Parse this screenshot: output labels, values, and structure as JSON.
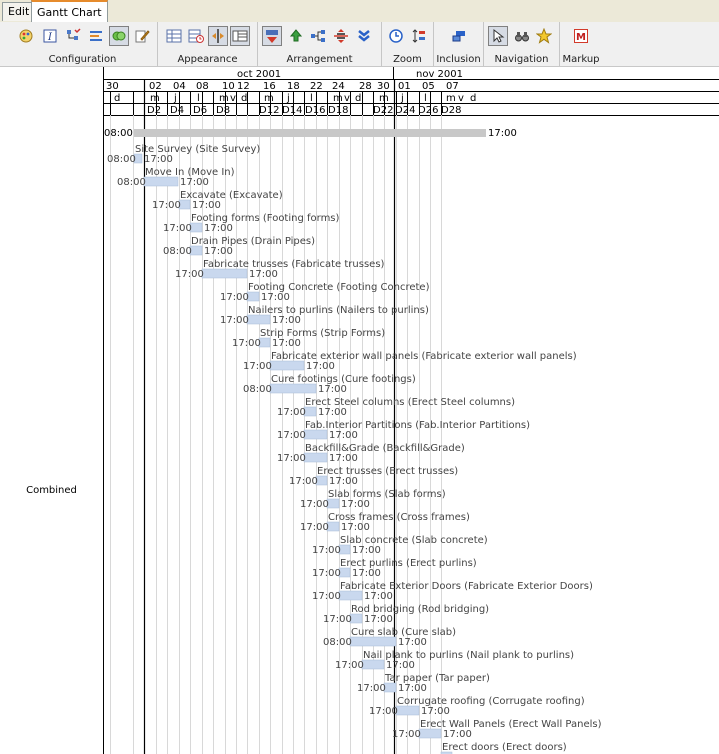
{
  "tabs": [
    {
      "label": "Edit"
    },
    {
      "label": "Gantt Chart"
    }
  ],
  "ribbon": {
    "groups": [
      {
        "label": "Configuration",
        "icons": [
          "palette-icon",
          "italic-i-icon",
          "tree-check-icon",
          "list-lines-icon",
          "overlap-rings-icon",
          "edit-pencil-icon"
        ]
      },
      {
        "label": "Appearance",
        "icons": [
          "grid-table-icon",
          "grid-time-icon",
          "split-vertical-icon",
          "split-pane-icon"
        ]
      },
      {
        "label": "Arrangement",
        "icons": [
          "arrow-down-red-icon",
          "arrow-up-green-icon",
          "hierarchy-icon",
          "align-center-icon",
          "double-chevron-down-icon"
        ]
      },
      {
        "label": "Zoom",
        "icons": [
          "clock-icon",
          "zoom-fit-icon"
        ]
      },
      {
        "label": "Inclusion",
        "icons": [
          "include-blocks-icon"
        ]
      },
      {
        "label": "Navigation",
        "icons": [
          "pointer-cursor-icon",
          "binoculars-icon",
          "star-icon"
        ]
      },
      {
        "label": "Markup",
        "icons": [
          "markup-m-icon"
        ]
      }
    ]
  },
  "timeline": {
    "months": [
      {
        "label": "oct 2001"
      },
      {
        "label": "nov 2001"
      }
    ],
    "days": [
      "30",
      "02",
      "04",
      "08",
      "10",
      "12",
      "16",
      "18",
      "22",
      "24",
      "28",
      "30",
      "01",
      "05",
      "07"
    ],
    "weekdays": [
      "d",
      "m",
      "j",
      "l",
      "m",
      "v",
      "d",
      "m",
      "j",
      "l",
      "m",
      "v",
      "d",
      "m",
      "j",
      "l",
      "m",
      "v",
      "d"
    ],
    "dayNumbers": [
      "D2",
      "D4",
      "D6",
      "D8",
      "D12",
      "D14",
      "D16",
      "D18",
      "D22",
      "D24",
      "D26",
      "D28"
    ]
  },
  "row_label": "Combined",
  "summary": {
    "start": "08:00",
    "end": "17:00"
  },
  "tasks": [
    {
      "name": "Site Survey (Site Survey)",
      "start": "08:00",
      "end": "17:00"
    },
    {
      "name": "Move In (Move In)",
      "start": "08:00",
      "end": "17:00"
    },
    {
      "name": "Excavate (Excavate)",
      "start": "17:00",
      "end": "17:00"
    },
    {
      "name": "Footing forms (Footing forms)",
      "start": "17:00",
      "end": "17:00"
    },
    {
      "name": "Drain Pipes (Drain Pipes)",
      "start": "08:00",
      "end": "17:00"
    },
    {
      "name": "Fabricate trusses (Fabricate trusses)",
      "start": "17:00",
      "end": "17:00"
    },
    {
      "name": "Footing Concrete (Footing Concrete)",
      "start": "17:00",
      "end": "17:00"
    },
    {
      "name": "Nailers to purlins (Nailers to purlins)",
      "start": "17:00",
      "end": "17:00"
    },
    {
      "name": "Strip Forms (Strip Forms)",
      "start": "17:00",
      "end": "17:00"
    },
    {
      "name": "Fabricate exterior wall panels (Fabricate exterior wall panels)",
      "start": "17:00",
      "end": "17:00"
    },
    {
      "name": "Cure footings (Cure footings)",
      "start": "08:00",
      "end": "17:00"
    },
    {
      "name": "Erect Steel columns (Erect Steel columns)",
      "start": "17:00",
      "end": "17:00"
    },
    {
      "name": "Fab.Interior Partitions (Fab.Interior Partitions)",
      "start": "17:00",
      "end": "17:00"
    },
    {
      "name": "Backfill&Grade (Backfill&Grade)",
      "start": "17:00",
      "end": "17:00"
    },
    {
      "name": "Erect trusses (Erect trusses)",
      "start": "17:00",
      "end": "17:00"
    },
    {
      "name": "Slab forms (Slab forms)",
      "start": "17:00",
      "end": "17:00"
    },
    {
      "name": "Cross frames (Cross frames)",
      "start": "17:00",
      "end": "17:00"
    },
    {
      "name": "Slab concrete (Slab concrete)",
      "start": "17:00",
      "end": "17:00"
    },
    {
      "name": "Erect purlins (Erect purlins)",
      "start": "17:00",
      "end": "17:00"
    },
    {
      "name": "Fabricate Exterior Doors (Fabricate Exterior Doors)",
      "start": "17:00",
      "end": "17:00"
    },
    {
      "name": "Rod bridging (Rod bridging)",
      "start": "17:00",
      "end": "17:00"
    },
    {
      "name": "Cure slab (Cure slab)",
      "start": "08:00",
      "end": "17:00"
    },
    {
      "name": "Nail plank to purlins (Nail plank to purlins)",
      "start": "17:00",
      "end": "17:00"
    },
    {
      "name": "Tar paper (Tar paper)",
      "start": "17:00",
      "end": "17:00"
    },
    {
      "name": "Corrugate roofing (Corrugate roofing)",
      "start": "17:00",
      "end": "17:00"
    },
    {
      "name": "Erect Wall Panels (Erect Wall Panels)",
      "start": "17:00",
      "end": "17:00"
    },
    {
      "name": "Erect doors (Erect doors)",
      "start": "",
      "end": ""
    }
  ]
}
